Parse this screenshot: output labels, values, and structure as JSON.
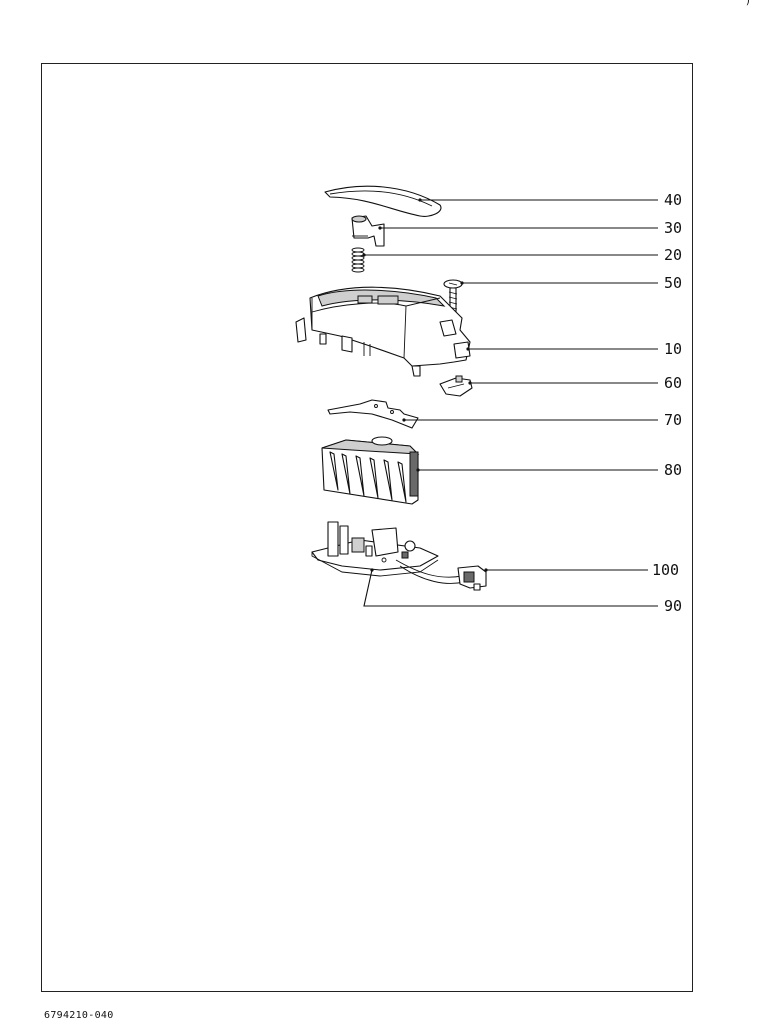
{
  "callouts": [
    {
      "id": "40",
      "label": "40"
    },
    {
      "id": "30",
      "label": "30"
    },
    {
      "id": "20",
      "label": "20"
    },
    {
      "id": "50",
      "label": "50"
    },
    {
      "id": "10",
      "label": "10"
    },
    {
      "id": "60",
      "label": "60"
    },
    {
      "id": "70",
      "label": "70"
    },
    {
      "id": "80",
      "label": "80"
    },
    {
      "id": "100",
      "label": "100"
    },
    {
      "id": "90",
      "label": "90"
    }
  ],
  "footer": {
    "document_number": "6794210-040",
    "corner_mark": ")"
  }
}
